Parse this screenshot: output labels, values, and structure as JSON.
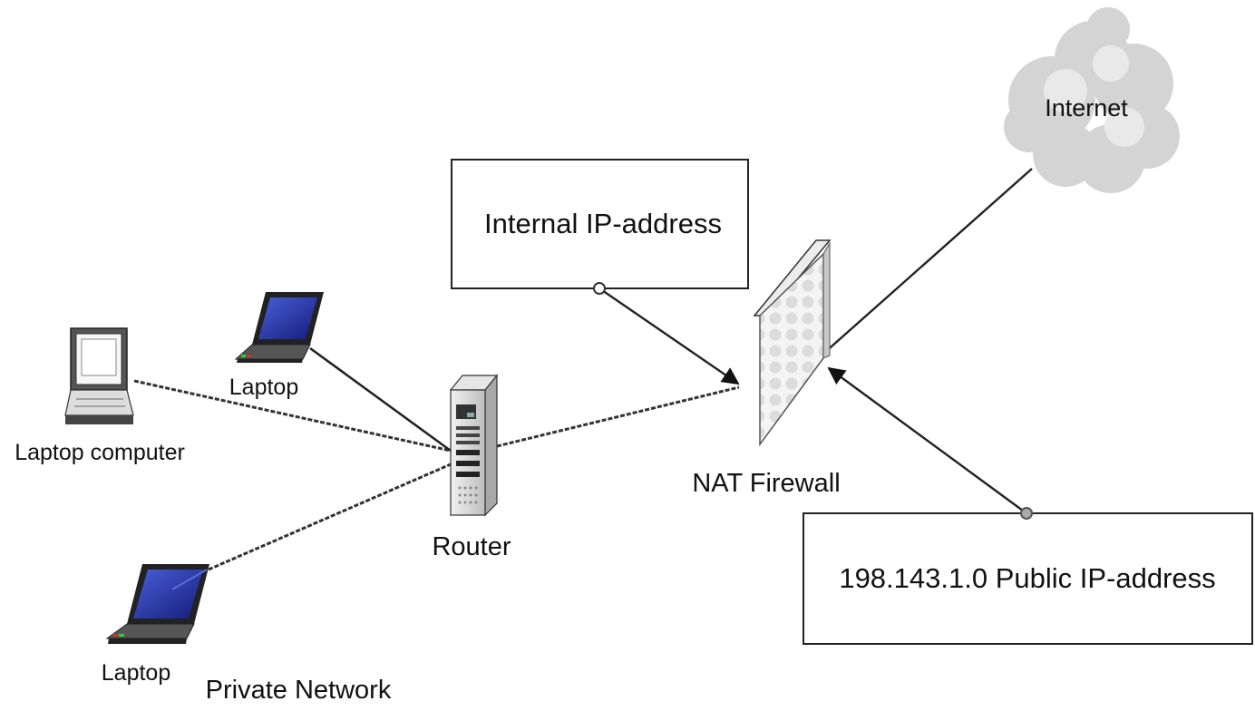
{
  "labels": {
    "internet": "Internet",
    "internal_ip": "Internal IP-address",
    "laptop_top": "Laptop",
    "laptop_computer": "Laptop computer",
    "router": "Router",
    "nat_firewall": "NAT Firewall",
    "public_ip": "198.143.1.0 Public IP-address",
    "laptop_bottom": "Laptop",
    "private_network": "Private Network"
  },
  "icons": {
    "cloud": "cloud-icon",
    "firewall": "firewall-icon",
    "router": "router-tower-icon",
    "laptop": "laptop-icon",
    "old_laptop": "laptop-computer-icon"
  },
  "colors": {
    "line": "#222222",
    "screen": "#2b3aa8",
    "cloud": "#d2d2d2"
  }
}
